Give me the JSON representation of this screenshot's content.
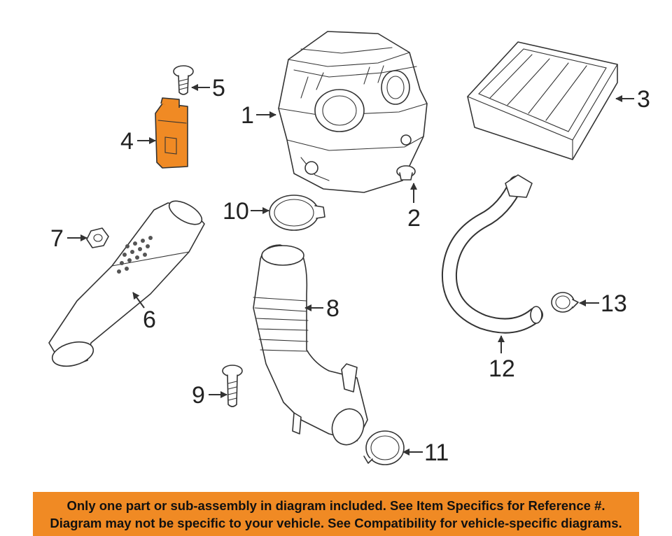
{
  "highlight_color": "#f08a24",
  "callouts": {
    "c1": "1",
    "c2": "2",
    "c3": "3",
    "c4": "4",
    "c5": "5",
    "c6": "6",
    "c7": "7",
    "c8": "8",
    "c9": "9",
    "c10": "10",
    "c11": "11",
    "c12": "12",
    "c13": "13"
  },
  "banner": {
    "line1": "Only one part or sub-assembly in diagram included. See Item Specifics for Reference #.",
    "line2": "Diagram may not be specific to your vehicle. See Compatibility for vehicle-specific diagrams."
  }
}
